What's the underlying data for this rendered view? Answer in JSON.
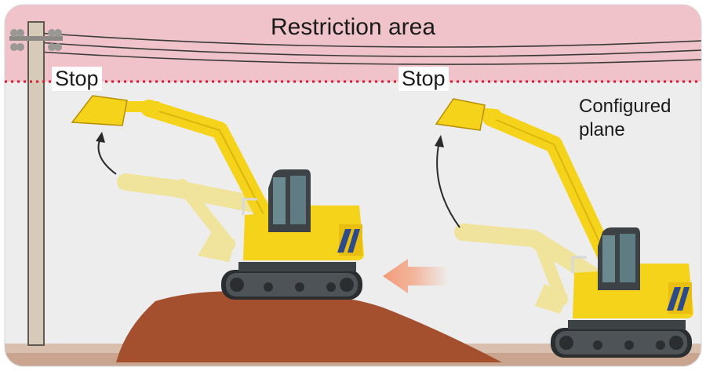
{
  "title": "Restriction area",
  "stop_left": "Stop",
  "stop_right": "Stop",
  "plane_label": "Configured plane",
  "colors": {
    "restriction_fill": "#efc3c9",
    "restriction_line": "#e0162b",
    "background": "#ededed",
    "soil": "#a4502f",
    "excavator_yellow": "#f5d31a",
    "arrow": "#f2a07e"
  }
}
